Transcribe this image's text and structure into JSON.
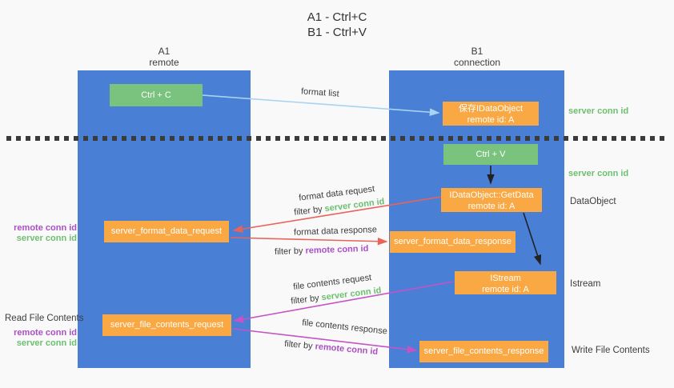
{
  "title": {
    "line1": "A1 - Ctrl+C",
    "line2": "B1 - Ctrl+V"
  },
  "lanes": {
    "left": {
      "name": "A1",
      "subtitle": "remote"
    },
    "right": {
      "name": "B1",
      "subtitle": "connection"
    }
  },
  "nodes": {
    "ctrl_c": {
      "label": "Ctrl + C"
    },
    "ctrl_v": {
      "label": "Ctrl + V"
    },
    "save_idataobject": {
      "line1": "保存IDataObject",
      "line2": "remote id: A"
    },
    "getdata": {
      "line1": "IDataObject::GetData",
      "line2": "remote id: A"
    },
    "istream": {
      "line1": "IStream",
      "line2": "remote id: A"
    },
    "format_request": {
      "label": "server_format_data_request"
    },
    "format_response": {
      "label": "server_format_data_response"
    },
    "file_request": {
      "label": "server_file_contents_request"
    },
    "file_response": {
      "label": "server_file_contents_response"
    }
  },
  "side_labels": {
    "right": {
      "server_conn_id_top": "server conn id",
      "server_conn_id_mid": "server conn id",
      "dataobject": "DataObject",
      "istream": "Istream",
      "write_file_contents": "Write File Contents"
    },
    "left": {
      "remote_conn_id_1": "remote conn id",
      "server_conn_id_1": "server conn id",
      "read_file_contents": "Read File Contents",
      "remote_conn_id_2": "remote conn id",
      "server_conn_id_2": "server conn id"
    }
  },
  "arrow_labels": {
    "format_list": "format list",
    "format_data_request": "format data request",
    "filter_by_1_prefix": "filter by ",
    "filter_by_1_value": "server conn id",
    "format_data_response": "format data response",
    "filter_by_2_prefix": "filter by ",
    "filter_by_2_value": "remote conn id",
    "file_contents_request": "file contents request",
    "filter_by_3_prefix": "filter by ",
    "filter_by_3_value": "server conn id",
    "file_contents_response": "file contents response",
    "filter_by_4_prefix": "filter by ",
    "filter_by_4_value": "remote conn id"
  },
  "colors": {
    "lane_blue": "#4a7fd6",
    "node_orange": "#f9a843",
    "button_green": "#79c37e",
    "arrow_red": "#e8635a",
    "arrow_magenta": "#c553c5",
    "arrow_light_blue": "#a9d3f2",
    "arrow_black": "#222222",
    "text_green": "#6dbf70",
    "text_purple": "#ab4fc4",
    "background": "#f9f9f9"
  }
}
